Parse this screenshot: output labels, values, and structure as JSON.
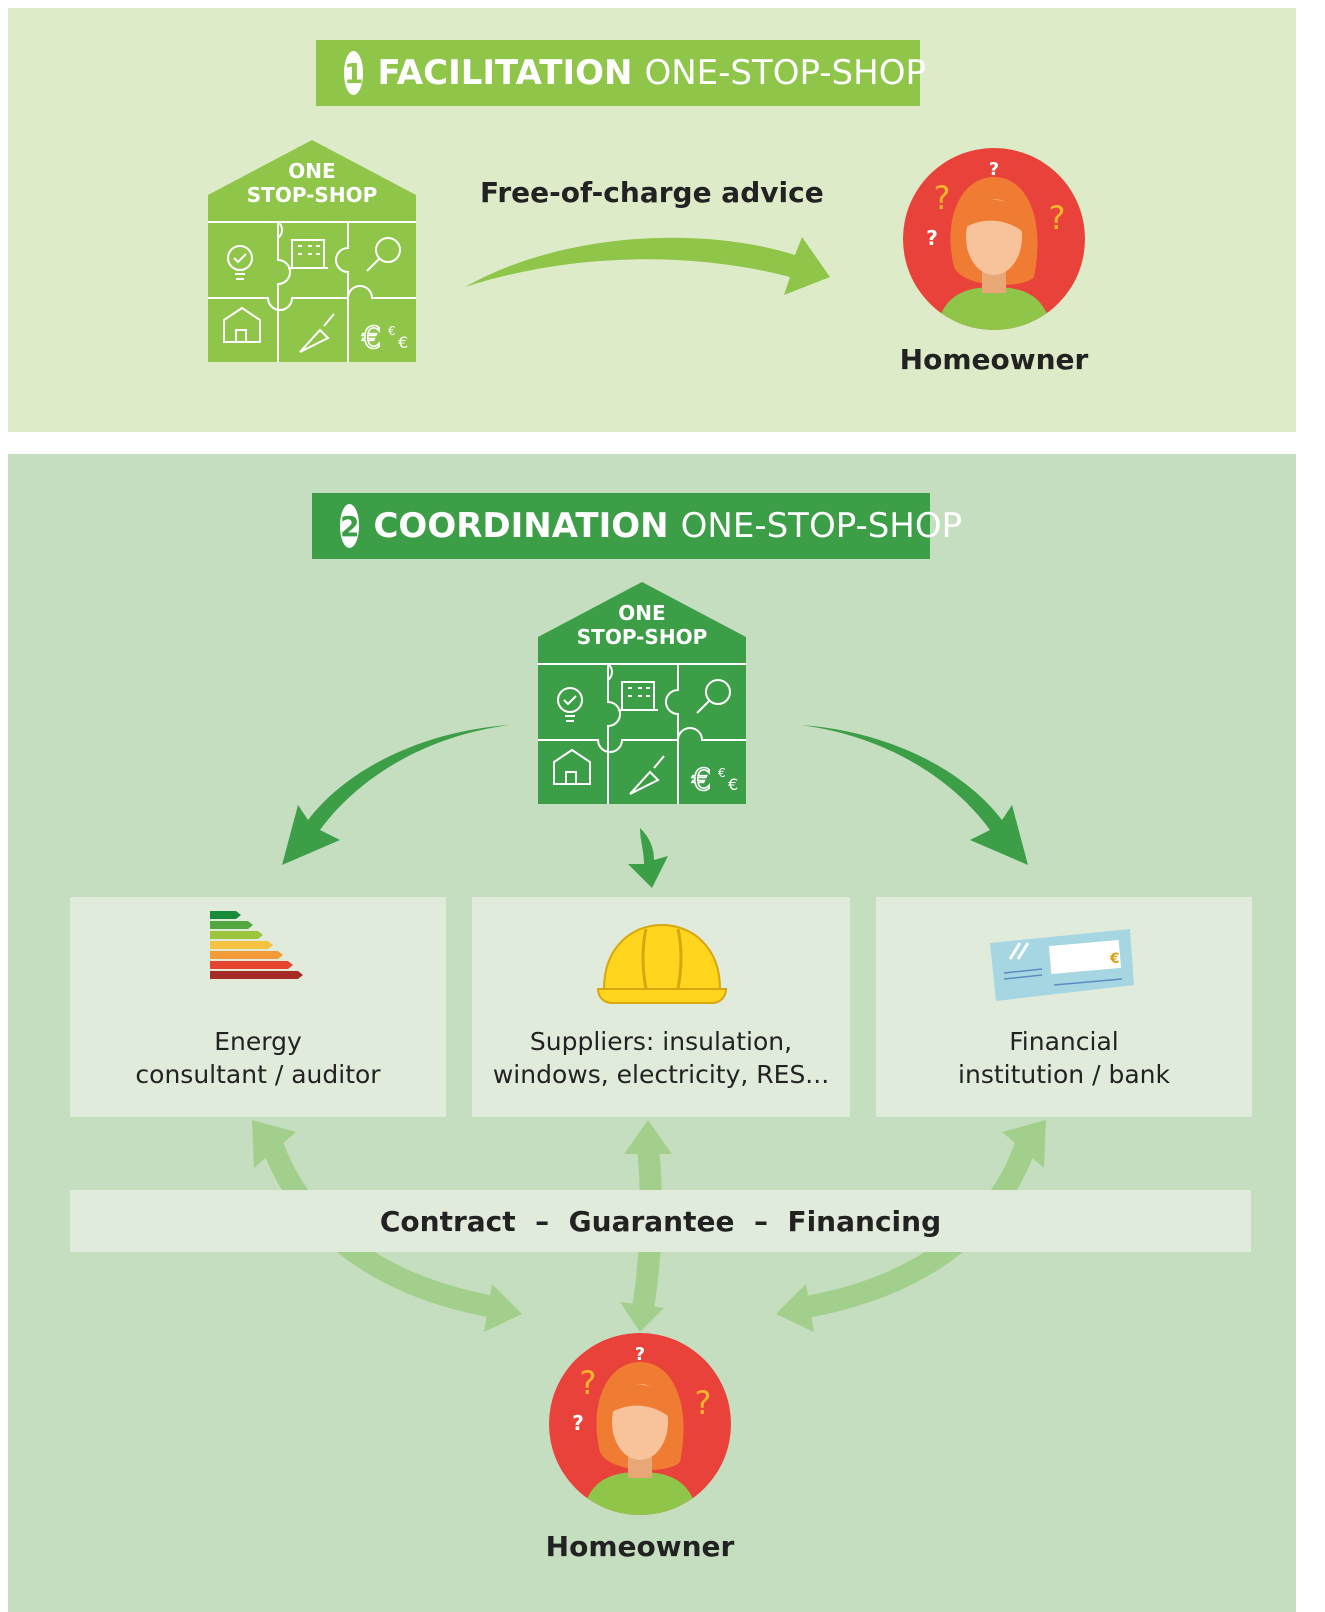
{
  "section1": {
    "number": "1",
    "title_bold": "FACILITATION",
    "title_light": "ONE-STOP-SHOP",
    "shop_line1": "ONE",
    "shop_line2": "STOP-SHOP",
    "arrow_label": "Free-of-charge advice",
    "homeowner_label": "Homeowner"
  },
  "section2": {
    "number": "2",
    "title_bold": "COORDINATION",
    "title_light": "ONE-STOP-SHOP",
    "shop_line1": "ONE",
    "shop_line2": "STOP-SHOP",
    "boxes": [
      {
        "line1": "Energy",
        "line2": "consultant / auditor",
        "icon": "energy-label-icon"
      },
      {
        "line1": "Suppliers: insulation,",
        "line2": "windows, electricity, RES...",
        "icon": "hard-hat-icon"
      },
      {
        "line1": "Financial",
        "line2": "institution / bank",
        "icon": "cheque-icon"
      }
    ],
    "band_text": "Contract  –  Guarantee  –  Financing",
    "homeowner_label": "Homeowner",
    "cheque_symbol": "€"
  },
  "puzzle_euro_symbol": "€",
  "colors": {
    "panel1_bg": "#deebc9",
    "panel2_bg": "#c6dec0",
    "facilitation_green": "#8fc549",
    "coordination_green": "#3d9e48",
    "box_bg": "#e1ebdb",
    "avatar_red": "#e8423a",
    "hair_orange": "#f07c33",
    "question_yellow": "#f7b52c"
  }
}
